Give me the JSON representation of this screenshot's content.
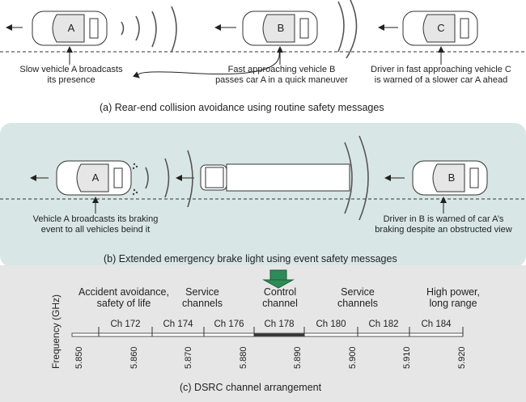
{
  "panel_a": {
    "cars": [
      "A",
      "B",
      "C"
    ],
    "labels": {
      "a": [
        "Slow vehicle A broadcasts",
        "its presence"
      ],
      "b": [
        "Fast approaching vehicle B",
        "passes car A in a quick maneuver"
      ],
      "c": [
        "Driver in fast approaching vehicle C",
        "is warned of a slower car A ahead"
      ]
    },
    "caption": "(a) Rear-end collision avoidance using routine safety messages"
  },
  "panel_b": {
    "cars": [
      "A",
      "B"
    ],
    "labels": {
      "a": [
        "Vehicle A broadcasts its braking",
        "event to all vehicles beind it"
      ],
      "b": [
        "Driver in B is warned of car A’s",
        "braking despite an obstructed view"
      ]
    },
    "caption": "(b) Extended emergency brake light using event safety messages"
  },
  "panel_c": {
    "y_label": "Frequency (GHz)",
    "bands": [
      [
        "Accident avoidance,",
        "safety of life"
      ],
      [
        "Service",
        "channels"
      ],
      [
        "Control",
        "channel"
      ],
      [
        "Service",
        "channels"
      ],
      [
        "High power,",
        "long range"
      ]
    ],
    "channels": [
      "Ch 172",
      "Ch 174",
      "Ch 176",
      "Ch 178",
      "Ch 180",
      "Ch 182",
      "Ch 184"
    ],
    "frequencies": [
      "5.850",
      "5.860",
      "5.870",
      "5.880",
      "5.890",
      "5.900",
      "5.910",
      "5.920"
    ],
    "caption": "(c) DSRC channel arrangement",
    "colors": {
      "control_arrow": "#2e8b57",
      "panel_bg": "#d9e6e6",
      "lower_bg": "#e6e6e6"
    }
  }
}
